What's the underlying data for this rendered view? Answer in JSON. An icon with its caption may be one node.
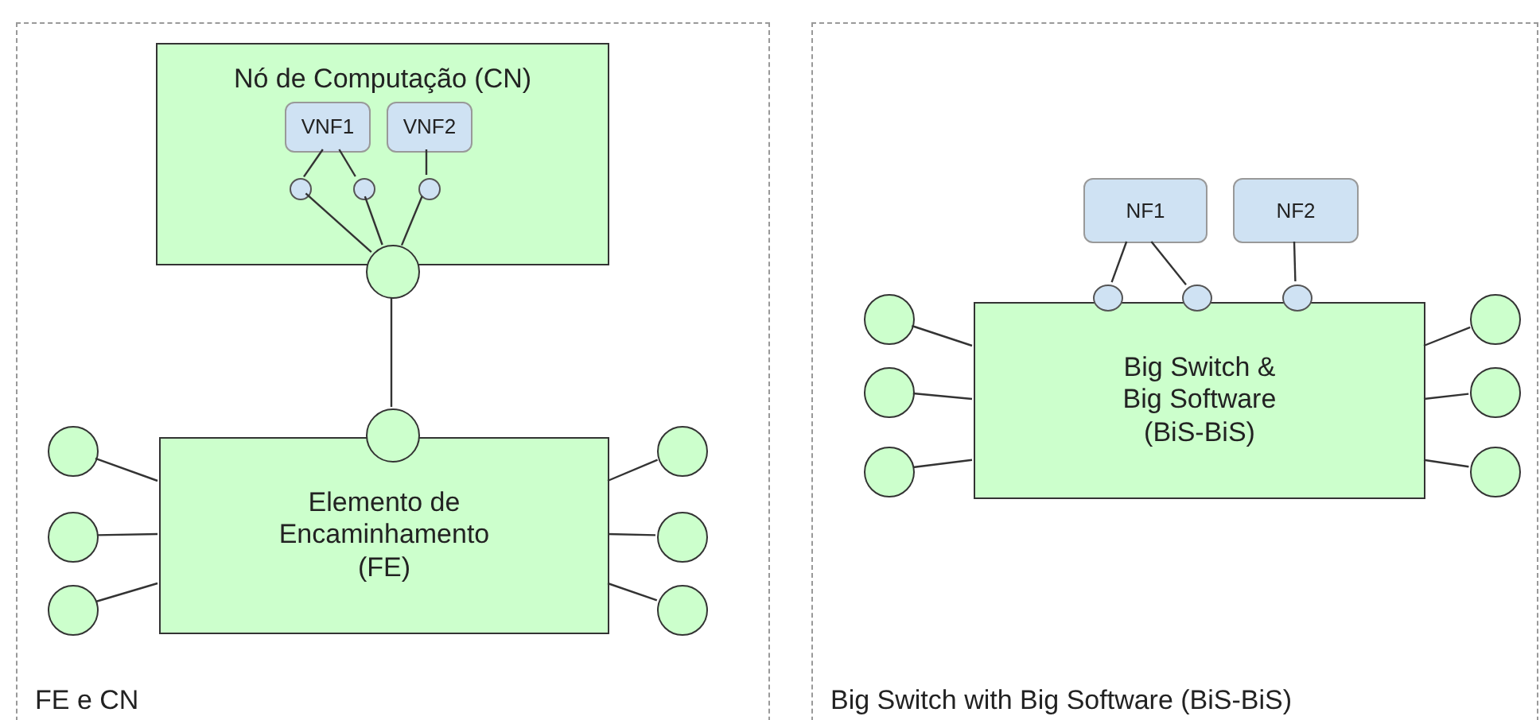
{
  "diagram": {
    "nodes": [
      {
        "text": [
          "FE e CN"
        ]
      },
      {
        "text": [
          "Nó de Computação (CN)"
        ],
        "in": 0
      },
      {
        "text": [
          "VNF1"
        ],
        "in": 1
      },
      {
        "text": [
          "VNF2"
        ],
        "in": 1
      },
      {
        "text": [],
        "shape": "circle",
        "in": 1
      },
      {
        "text": [],
        "shape": "circle",
        "in": 1
      },
      {
        "text": [],
        "shape": "circle",
        "in": 1
      },
      {
        "text": [],
        "shape": "circle",
        "in": 0
      },
      {
        "text": [],
        "shape": "circle",
        "in": 0
      },
      {
        "text": [
          "Elemento de Encaminhamento (FE)"
        ],
        "in": 0
      },
      {
        "text": [],
        "shape": "circle",
        "in": 0
      },
      {
        "text": [],
        "shape": "circle",
        "in": 0
      },
      {
        "text": [],
        "shape": "circle",
        "in": 0
      },
      {
        "text": [],
        "shape": "circle",
        "in": 0
      },
      {
        "text": [],
        "shape": "circle",
        "in": 0
      },
      {
        "text": [],
        "shape": "circle",
        "in": 0
      },
      {
        "text": [
          "Big Switch with Big Software (BiS-BiS)"
        ]
      },
      {
        "text": [
          "NF1"
        ],
        "in": 16
      },
      {
        "text": [
          "NF2"
        ],
        "in": 16
      },
      {
        "text": [
          "Big Switch & Big Software (BiS-BiS)"
        ],
        "in": 16
      },
      {
        "text": [],
        "shape": "circle",
        "in": 16
      },
      {
        "text": [],
        "shape": "circle",
        "in": 16
      },
      {
        "text": [],
        "shape": "circle",
        "in": 16
      },
      {
        "text": [],
        "shape": "circle",
        "in": 16
      },
      {
        "text": [],
        "shape": "circle",
        "in": 16
      },
      {
        "text": [],
        "shape": "circle",
        "in": 16
      },
      {
        "text": [],
        "shape": "circle",
        "in": 16
      },
      {
        "text": [],
        "shape": "circle",
        "in": 16
      },
      {
        "text": [],
        "shape": "circle",
        "in": 16
      }
    ],
    "edges": [
      {
        "from": 2,
        "to": 4,
        "arrow": "none"
      },
      {
        "from": 2,
        "to": 5,
        "arrow": "none"
      },
      {
        "from": 3,
        "to": 6,
        "arrow": "none"
      },
      {
        "from": 4,
        "to": 7,
        "arrow": "none"
      },
      {
        "from": 5,
        "to": 7,
        "arrow": "none"
      },
      {
        "from": 6,
        "to": 7,
        "arrow": "none"
      },
      {
        "from": 7,
        "to": 8,
        "arrow": "none"
      },
      {
        "from": 10,
        "to": 9,
        "arrow": "none"
      },
      {
        "from": 11,
        "to": 9,
        "arrow": "none"
      },
      {
        "from": 12,
        "to": 9,
        "arrow": "none"
      },
      {
        "from": 9,
        "to": 13,
        "arrow": "none"
      },
      {
        "from": 9,
        "to": 14,
        "arrow": "none"
      },
      {
        "from": 9,
        "to": 15,
        "arrow": "none"
      },
      {
        "from": 17,
        "to": 20,
        "arrow": "none"
      },
      {
        "from": 17,
        "to": 21,
        "arrow": "none"
      },
      {
        "from": 18,
        "to": 22,
        "arrow": "none"
      },
      {
        "from": 23,
        "to": 19,
        "arrow": "none"
      },
      {
        "from": 24,
        "to": 19,
        "arrow": "none"
      },
      {
        "from": 25,
        "to": 19,
        "arrow": "none"
      },
      {
        "from": 19,
        "to": 26,
        "arrow": "none"
      },
      {
        "from": 19,
        "to": 27,
        "arrow": "none"
      },
      {
        "from": 19,
        "to": 28,
        "arrow": "none"
      }
    ]
  }
}
